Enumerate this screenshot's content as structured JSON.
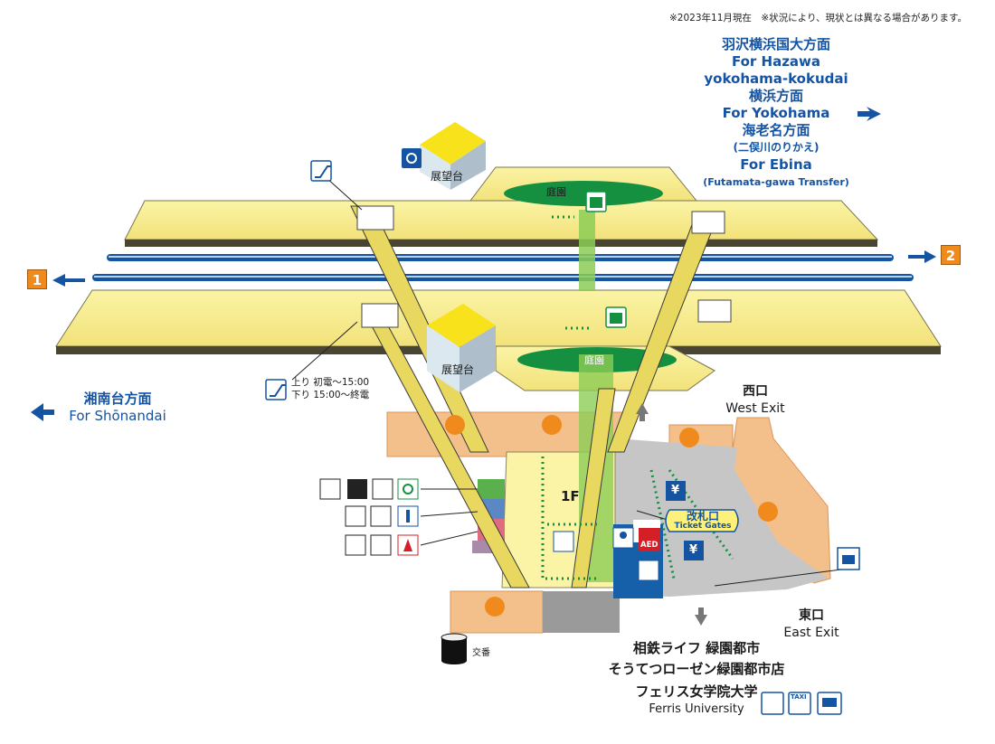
{
  "header_note": "※2023年11月現在　※状況により、現状とは異なる場合があります。",
  "directions": {
    "northbound": {
      "l1": "羽沢横浜国大方面",
      "l2": "For Hazawa",
      "l3": "yokohama-kokudai",
      "l4": "横浜方面",
      "l5": "For Yokohama",
      "l6": "海老名方面",
      "l7": "(二俣川のりかえ)",
      "l8": "For Ebina",
      "l9": "(Futamata-gawa Transfer)"
    },
    "southbound": {
      "jp": "湘南台方面",
      "en": "For Shōnandai"
    }
  },
  "platforms": {
    "p1": "1",
    "p2": "2"
  },
  "labels": {
    "observation_deck": "展望台",
    "garden": "庭園",
    "floor": "1F",
    "ticket_gates_jp": "改札口",
    "ticket_gates_en": "Ticket Gates",
    "west_exit_jp": "西口",
    "west_exit_en": "West Exit",
    "east_exit_jp": "東口",
    "east_exit_en": "East Exit",
    "escalator_up": "上り 初電～15:00",
    "escalator_down": "下り 15:00～終電",
    "koban": "交番",
    "aed": "AED",
    "yen": "¥"
  },
  "destinations": {
    "line1": "相鉄ライフ 緑園都市",
    "line2": "そうてつローゼン緑園都市店",
    "line3": "フェリス女学院大学",
    "line4": "Ferris University"
  },
  "icons": {
    "taxi": "TAXI"
  },
  "colors": {
    "platform": "#fbf4a6",
    "platform_edge": "#4a4532",
    "rail": "#1553a3",
    "text_blue": "#1553a3",
    "platform_tag": "#f08a1d",
    "concourse_shop": "#f3c08c",
    "garden": "#159040",
    "elevator_shaft": "#8ccd56",
    "gate_area": "#b3b3b3",
    "staff_blue": "#1660a9",
    "aed_red": "#d41f26"
  }
}
